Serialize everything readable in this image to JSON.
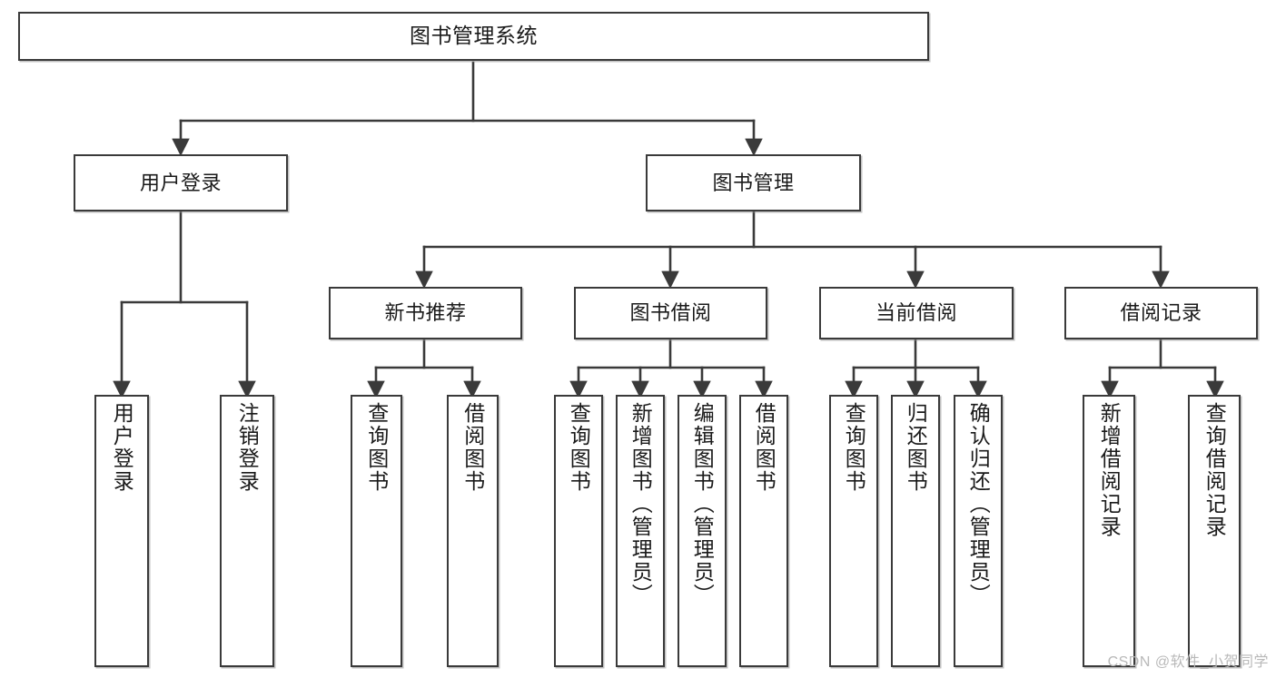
{
  "diagram": {
    "title": "图书管理系统",
    "watermark": "CSDN @软件_小贺同学",
    "type": "tree",
    "orientation": "top-down",
    "line_color": "#3a3a3a",
    "box_fill": "#ffffff",
    "text_color": "#1a1a1a",
    "nodes": {
      "root": {
        "label": "图书管理系统"
      },
      "level1": [
        {
          "label": "用户登录"
        },
        {
          "label": "图书管理"
        }
      ],
      "level2": [
        {
          "label": "新书推荐"
        },
        {
          "label": "图书借阅"
        },
        {
          "label": "当前借阅"
        },
        {
          "label": "借阅记录"
        }
      ],
      "leaves": {
        "user_login": [
          {
            "label": "用户登录"
          },
          {
            "label": "注销登录"
          }
        ],
        "new_book": [
          {
            "label": "查询图书"
          },
          {
            "label": "借阅图书"
          }
        ],
        "book_borrow": [
          {
            "label": "查询图书"
          },
          {
            "label": "新增图书（管理员）"
          },
          {
            "label": "编辑图书（管理员）"
          },
          {
            "label": "借阅图书"
          }
        ],
        "current_borrow": [
          {
            "label": "查询图书"
          },
          {
            "label": "归还图书"
          },
          {
            "label": "确认归还（管理员）"
          }
        ],
        "borrow_record": [
          {
            "label": "新增借阅记录"
          },
          {
            "label": "查询借阅记录"
          }
        ]
      }
    }
  }
}
